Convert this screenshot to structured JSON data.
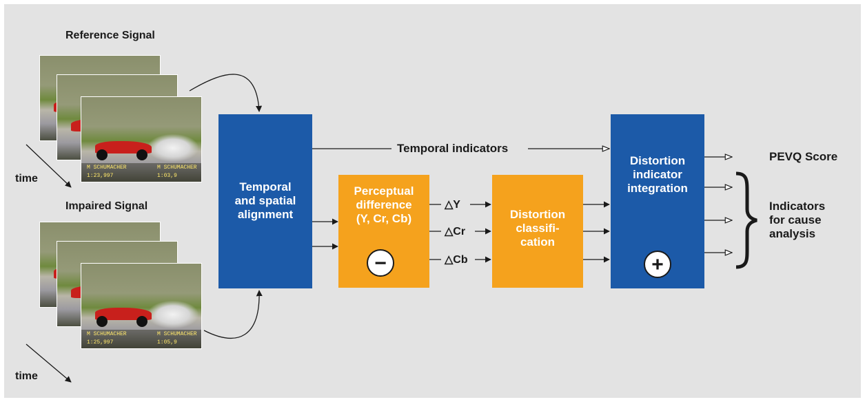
{
  "reference_signal_label": "Reference Signal",
  "impaired_signal_label": "Impaired Signal",
  "time_label": "time",
  "frame_caption": {
    "ref_driver_left": "M SCHUMACHER",
    "ref_driver_right": "M SCHUMACHER",
    "ref_time_left": "1:23,997",
    "ref_time_right": "1:03,9",
    "imp_driver_left": "M SCHUMACHER",
    "imp_driver_right": "M SCHUMACHER",
    "imp_time_left": "1:25,997",
    "imp_time_right": "1:05,9"
  },
  "alignment_box": {
    "lines": [
      "Temporal",
      "and spatial",
      "alignment"
    ]
  },
  "perceptual_box": {
    "lines": [
      "Perceptual",
      "difference",
      "(Y, Cr, Cb)"
    ],
    "operator": "−"
  },
  "classification_box": {
    "lines": [
      "Distortion",
      "classifi-",
      "cation"
    ]
  },
  "integration_box": {
    "lines": [
      "Distortion",
      "indicator",
      "integration"
    ],
    "operator": "+"
  },
  "temporal_indicators_label": "Temporal indicators",
  "delta_labels": [
    "△Y",
    "△Cr",
    "△Cb"
  ],
  "pevq_score_label": "PEVQ Score",
  "cause_analysis_lines": [
    "Indicators",
    "for cause",
    "analysis"
  ],
  "colors": {
    "blue": "#1c5aa8",
    "orange": "#f5a21d",
    "background": "#e3e3e3"
  }
}
